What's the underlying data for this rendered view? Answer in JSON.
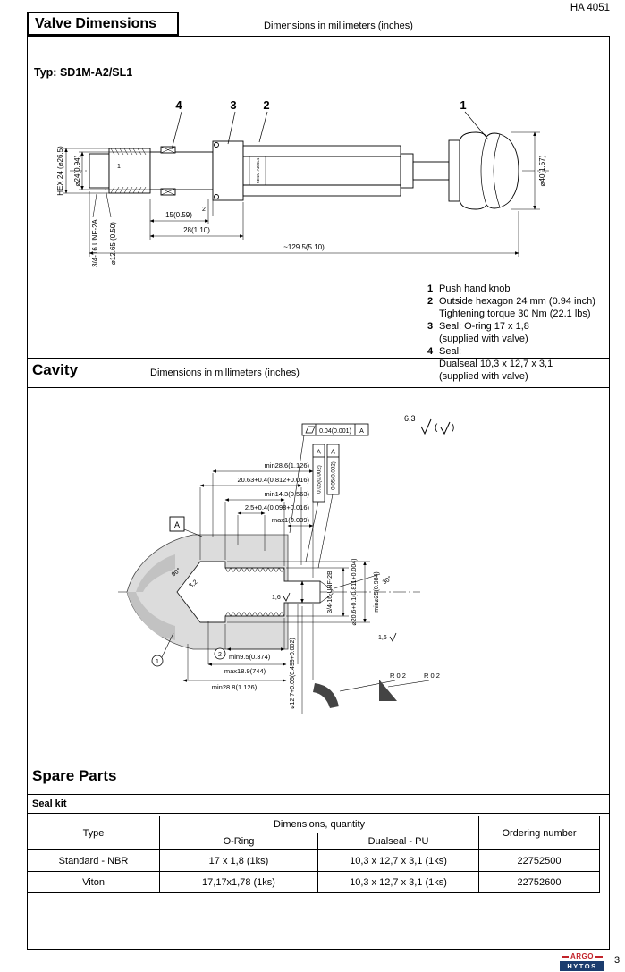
{
  "header": {
    "doc_code": "HA 4051"
  },
  "valve": {
    "title": "Valve Dimensions",
    "units": "Dimensions in millimeters (inches)",
    "type_label": "Typ:",
    "type_value": "SD1M-A2/SL1",
    "body_label": "SD1M-A2/SL1",
    "callout_1": "1",
    "callout_2": "2",
    "callout_3": "3",
    "callout_4": "4",
    "dim_hex": "HEX 24 (⌀26.5)",
    "dim_d24": "⌀24(0.94)",
    "dim_thread": "3/4-16 UNF-2A",
    "dim_d1265": "⌀12.65 (0.50)",
    "dim_15": "15(0.59)",
    "dim_28": "28(1.10)",
    "dim_length": "~129.5(5.10)",
    "dim_d40": "⌀40(1.57)",
    "dim_1": "1",
    "dim_2": "2",
    "legend": [
      {
        "num": "1",
        "text": "Push hand knob"
      },
      {
        "num": "2",
        "text": "Outside hexagon 24 mm (0.94 inch)"
      },
      {
        "num": "",
        "text": "Tightening torque 30 Nm (22.1 lbs)"
      },
      {
        "num": "3",
        "text": "Seal: O-ring 17 x 1,8"
      },
      {
        "num": "",
        "text": "(supplied with valve)"
      },
      {
        "num": "4",
        "text": "Seal:"
      },
      {
        "num": "",
        "text": "Dualseal 10,3 x 12,7 x 3,1"
      },
      {
        "num": "",
        "text": "(supplied with valve)"
      }
    ]
  },
  "cavity": {
    "title": "Cavity",
    "units": "Dimensions in millimeters (inches)",
    "finish_value": "6,3",
    "paren_open": "(",
    "paren_close": ")",
    "gdt_flatness_value": "0.04(0.001)",
    "gdt_flatness_datum": "A",
    "gdt_runout1_value": "0.05(0.002)",
    "gdt_runout1_datum": "A",
    "gdt_runout2_value": "0.05(0.002)",
    "gdt_runout2_datum": "A",
    "datum_label": "A",
    "dim_min286": "min28.6(1.126)",
    "dim_2063": "20.63+0.4(0.812+0.016)",
    "dim_min143": "min14.3(0.563)",
    "dim_25": "2.5+0.4(0.098+0.016)",
    "dim_max1": "max1(0.039)",
    "thread": "3/4-16-UNF-2B",
    "dim_d206": "⌀20.6+0.1(0.811+0.004)",
    "dim_d25": "min⌀25(0.984)",
    "angle_30": "30°",
    "angle_90": "90°",
    "rough_32": "3,2",
    "rough_16a": "1,6",
    "rough_16b": "1,6",
    "dim_min95": "min9.5(0.374)",
    "dim_max189": "max18.9(744)",
    "dim_min288": "min28.8(1.126)",
    "dim_d127": "⌀12.7+0.05(0.499+0.002)",
    "radius_a": "R 0,2",
    "radius_b": "R 0,2",
    "circle_1": "1",
    "circle_2": "2"
  },
  "spare_parts": {
    "title": "Spare Parts",
    "subtitle": "Seal kit",
    "table": {
      "col_type": "Type",
      "col_dim_qty": "Dimensions, quantity",
      "col_oring": "O-Ring",
      "col_dualseal": "Dualseal - PU",
      "col_ordering": "Ordering number",
      "rows": [
        {
          "type": "Standard - NBR",
          "oring": "17 x 1,8 (1ks)",
          "dualseal": "10,3 x 12,7 x 3,1 (1ks)",
          "ordering": "22752500"
        },
        {
          "type": "Viton",
          "oring": "17,17x1,78 (1ks)",
          "dualseal": "10,3 x 12,7 x 3,1 (1ks)",
          "ordering": "22752600"
        }
      ]
    }
  },
  "footer": {
    "brand_top": "ARGO",
    "brand_bottom": "HYTOS",
    "page_number": "3"
  }
}
